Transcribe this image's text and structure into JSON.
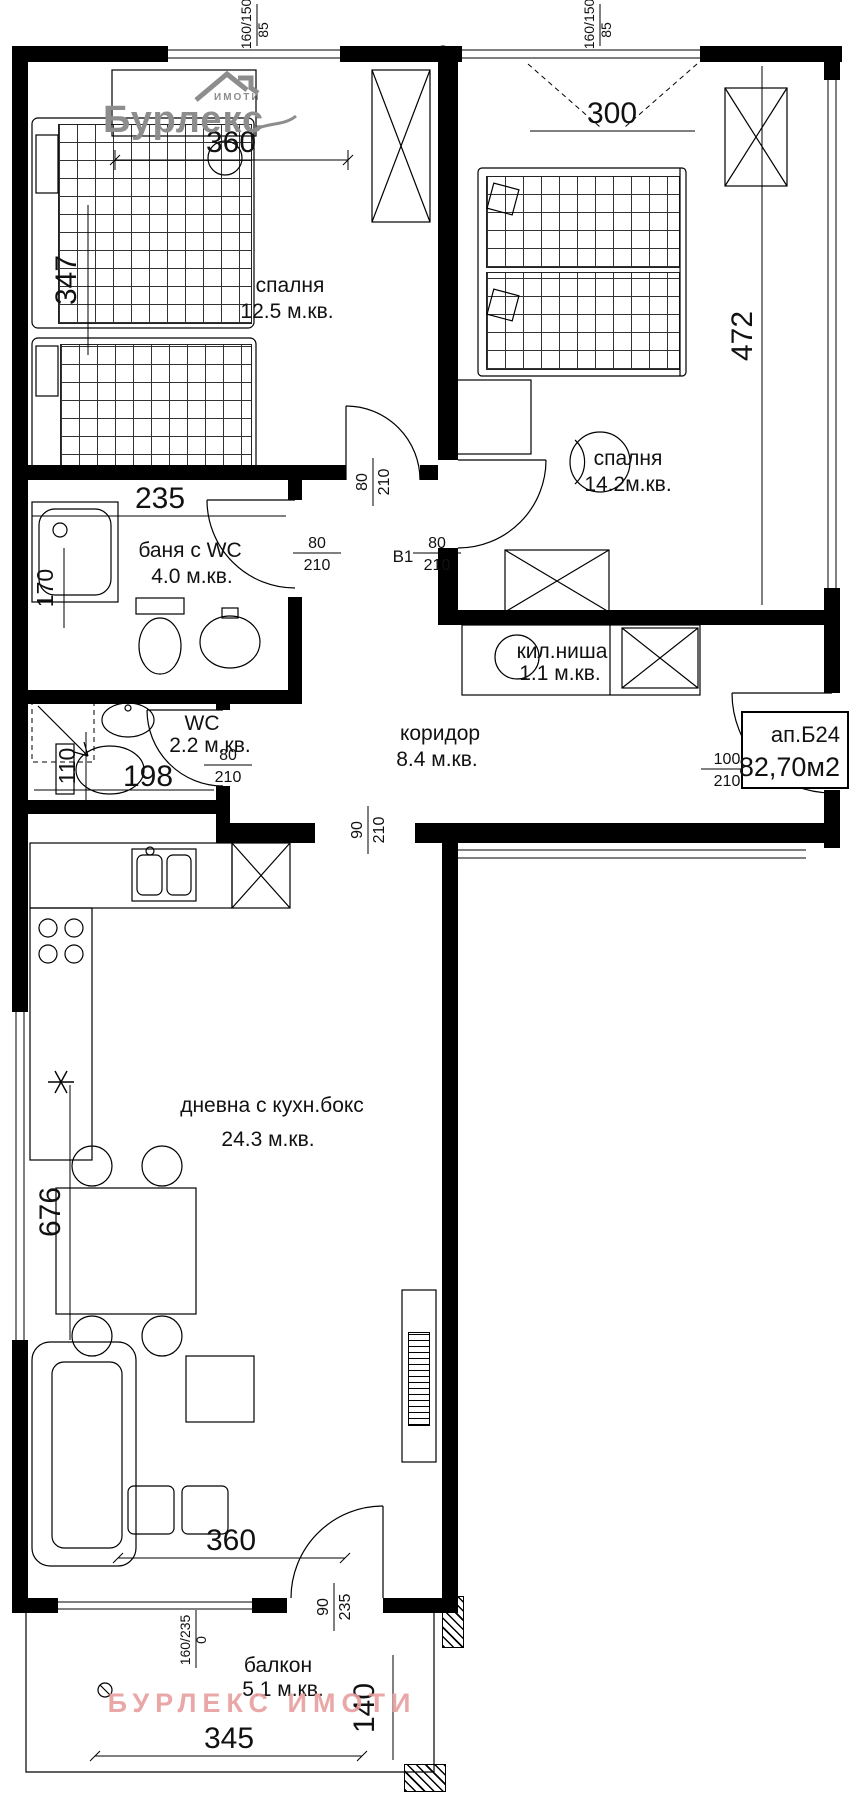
{
  "branding": {
    "logo_text": "Бурлекс",
    "logo_sub": "ИМОТИ",
    "watermark": "БУРЛЕКС ИМОТИ"
  },
  "unit": {
    "id": "ап.Б24",
    "area": "82,70м2"
  },
  "rooms": {
    "bedroom1": {
      "name": "спалня",
      "area": "12.5 м.кв."
    },
    "bedroom2": {
      "name": "спалня",
      "area": "14.2м.кв."
    },
    "bathroom": {
      "name": "баня с WC",
      "area": "4.0 м.кв."
    },
    "wc": {
      "name": "WC",
      "area": "2.2 м.кв."
    },
    "niche": {
      "name": "кил.ниша",
      "area": "1.1 м.кв."
    },
    "corridor": {
      "name": "коридор",
      "area": "8.4 м.кв."
    },
    "living": {
      "name": "дневна с кухн.бокс",
      "area": "24.3 м.кв."
    },
    "balcony": {
      "name": "балкон",
      "area": "5.1 м.кв."
    }
  },
  "dimensions": {
    "bedroom1_width": "360",
    "bed1_length": "347",
    "bedroom2_window": "300",
    "bedroom2_depth": "472",
    "bathroom_width": "235",
    "bath_inner": "170",
    "wc_inner": "110",
    "wc_width": "198",
    "living_depth": "676",
    "living_width": "360",
    "balcony_width": "345",
    "balcony_depth": "140",
    "window1": {
      "size": "160/150",
      "sill": "85"
    },
    "window2": {
      "size": "160/150",
      "sill": "85"
    },
    "balcony_window": {
      "size": "160/235",
      "sill": "0"
    }
  },
  "doors": {
    "bathroom": {
      "w": "80",
      "h": "210"
    },
    "bedroom1": {
      "w": "80",
      "h": "210"
    },
    "bedroom2": {
      "tag": "В1",
      "w": "80",
      "h": "210"
    },
    "wc": {
      "w": "80",
      "h": "210"
    },
    "entrance": {
      "w": "100",
      "h": "210"
    },
    "kitchen": {
      "w": "90",
      "h": "210"
    },
    "balcony": {
      "w": "90",
      "h": "235"
    }
  },
  "colors": {
    "line": "#000000",
    "logo": "#8d8d8d",
    "watermark": "#e89e9e"
  }
}
